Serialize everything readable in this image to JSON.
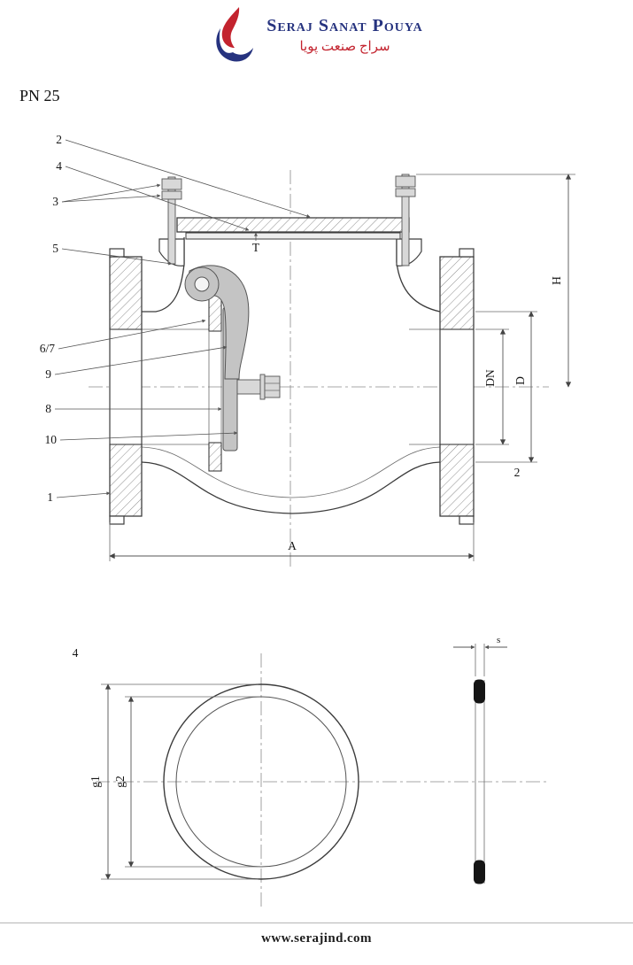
{
  "header": {
    "company_name": "Seraj Sanat Pouya",
    "company_name_fa": "سراج صنعت پویا"
  },
  "rating": {
    "label": "PN 25"
  },
  "valve_drawing": {
    "parts": {
      "n1": "1",
      "n2": "2",
      "n3": "3",
      "n4": "4",
      "n5": "5",
      "n67": "6/7",
      "n8": "8",
      "n9": "9",
      "n10": "10"
    },
    "dims": {
      "A": "A",
      "H": "H",
      "DN": "DN",
      "D": "D",
      "two": "2",
      "T": "T"
    }
  },
  "gasket_drawing": {
    "labels": {
      "item": "4",
      "g1": "g1",
      "g2": "g2",
      "s": "s"
    }
  },
  "footer": {
    "website": "www.serajind.com"
  },
  "colors": {
    "brand_blue": "#26337f",
    "brand_red": "#c3232e"
  }
}
